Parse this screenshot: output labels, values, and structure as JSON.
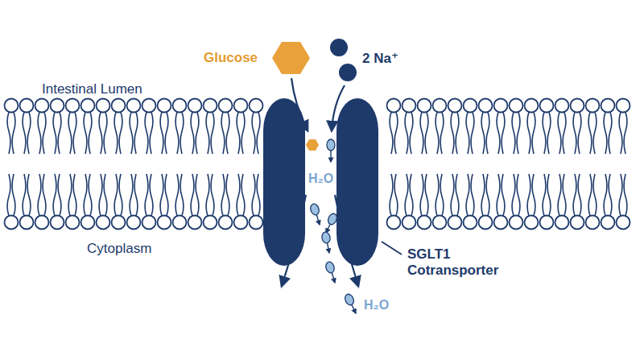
{
  "diagram": {
    "labels": [
      "Glucose",
      "2 Na⁺",
      "Intestinal Lumen",
      "H₂O",
      "Cytoplasm",
      "SGLT1 Cotransporter",
      "H₂O"
    ]
  }
}
